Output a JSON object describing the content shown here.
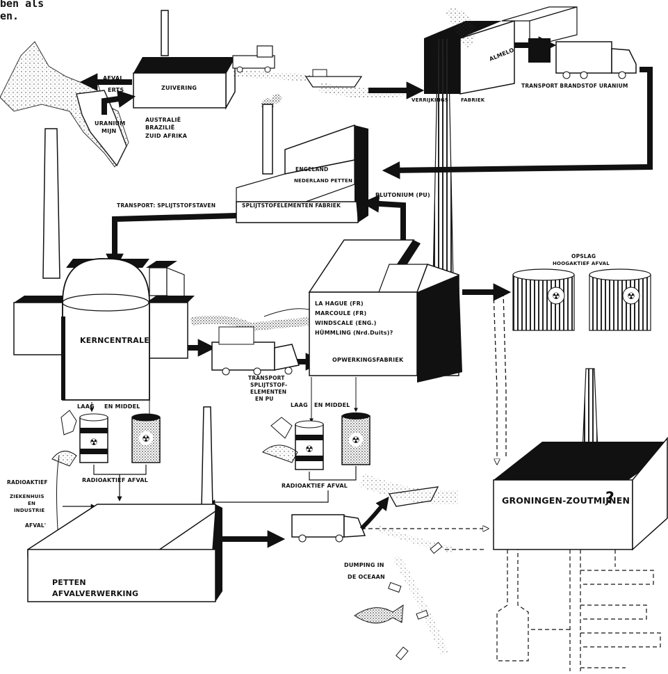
{
  "header": {
    "line1": "ben als",
    "line2": "en."
  },
  "labels": {
    "afval_top": "AFVAL",
    "erts": "ERTS",
    "zuivering": "ZUIVERING",
    "uranium_mijn_1": "URANIUM",
    "uranium_mijn_2": "MIJN",
    "countries": [
      "AUSTRALIË",
      "BRAZILIË",
      "ZUID AFRIKA"
    ],
    "almelo": "ALMELO",
    "verrijkings": "VERRIJKINGS",
    "fabriek": "FABRIEK",
    "transport_brandstof": "TRANSPORT BRANDSTOF URANIUM",
    "engeland": "ENGELAND",
    "nederland_petten": "NEDERLAND PETTEN",
    "splijtstof_fabriek": "SPLIJTSTOFELEMENTEN FABRIEK",
    "plutonium": "PLUTONIUM (PU)",
    "transport_staven": "TRANSPORT: SPLIJTSTOFSTAVEN",
    "opslag_1": "OPSLAG",
    "opslag_2": "HOOGAKTIEF AFVAL",
    "kerncentrale": "KERNCENTRALE",
    "reprocessing_sites": [
      "LA HAGUE (FR)",
      "MARCOULE (FR)",
      "WINDSCALE (ENG.)",
      "HÜMMLING (Nrd.Duits)?"
    ],
    "opwerkingsfabriek": "OPWERKINGSFABRIEK",
    "transport_elementen": [
      "TRANSPORT",
      "SPLIJTSTOF-",
      "ELEMENTEN",
      "EN PU"
    ],
    "laag_left": "LAAG",
    "en_middel_left": "EN MIDDEL",
    "laag_right": "LAAG",
    "en_middel_right": "EN MIDDEL",
    "radioaktief_afval_left": "RADIOAKTIEF AFVAL",
    "radioaktief_afval_right": "RADIOAKTIEF AFVAL",
    "side_list": [
      "RADIOAKTIEF",
      "ZIEKENHUIS",
      "EN",
      "INDUSTRIE",
      "AFVAL'"
    ],
    "groningen": "GRONINGEN-ZOUTMIJNEN",
    "groningen_q": "?",
    "dumping_1": "DUMPING IN",
    "dumping_2": "DE OCEAAN",
    "petten_1": "PETTEN",
    "petten_2": "AFVALVERWERKING"
  }
}
